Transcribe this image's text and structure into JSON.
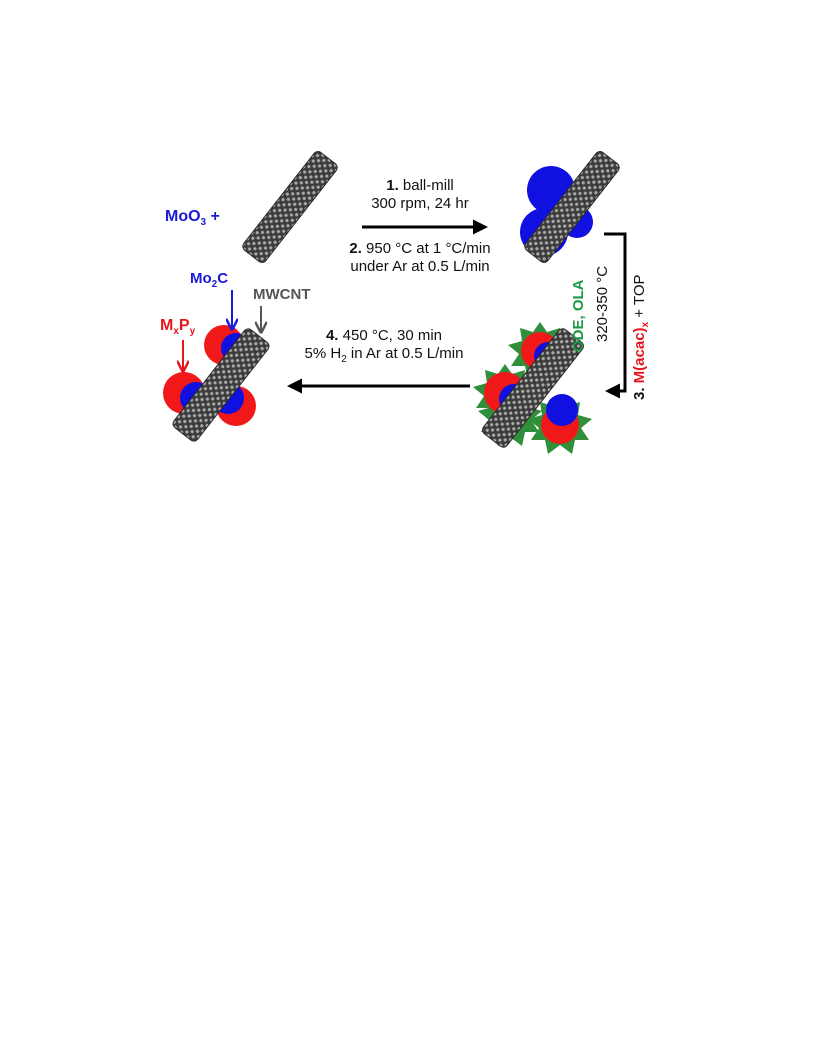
{
  "colors": {
    "moo3": "#1a1ad8",
    "metal_phosphide": "#e8141c",
    "mwcnt": "#555555",
    "ligand": "#1e9a44",
    "nanotube": "#4a4a4a",
    "particle_blue": "#1010e0",
    "particle_red": "#f01818",
    "spiky_shell": "#2f8f3a"
  },
  "reagents": {
    "moo3_text": "MoO",
    "moo3_sub": "3",
    "plus": " +"
  },
  "labels": {
    "mo2c_a": "Mo",
    "mo2c_sub": "2",
    "mo2c_b": "C",
    "mwcnt": "MWCNT",
    "mxpy_m": "M",
    "mxpy_x": "x",
    "mxpy_p": "P",
    "mxpy_y": "y"
  },
  "steps": {
    "step1_num": "1.",
    "step1_text": " ball-mill",
    "step1_line2": "300 rpm, 24 hr",
    "step2_num": "2.",
    "step2_text": " 950 °C at 1 °C/min",
    "step2_line2": "under Ar at 0.5 L/min",
    "step3_num": "3.",
    "step3_reagent_a": "M(acac)",
    "step3_reagent_sub": "x",
    "step3_tail": " + TOP",
    "step3_temp": "320-350 °C",
    "step3_solvent": "ODE, OLA",
    "step4_num": "4.",
    "step4_text": " 450 °C, 30 min",
    "step4_line2_a": "5% H",
    "step4_line2_sub": "2",
    "step4_line2_b": " in Ar at 0.5 L/min"
  }
}
